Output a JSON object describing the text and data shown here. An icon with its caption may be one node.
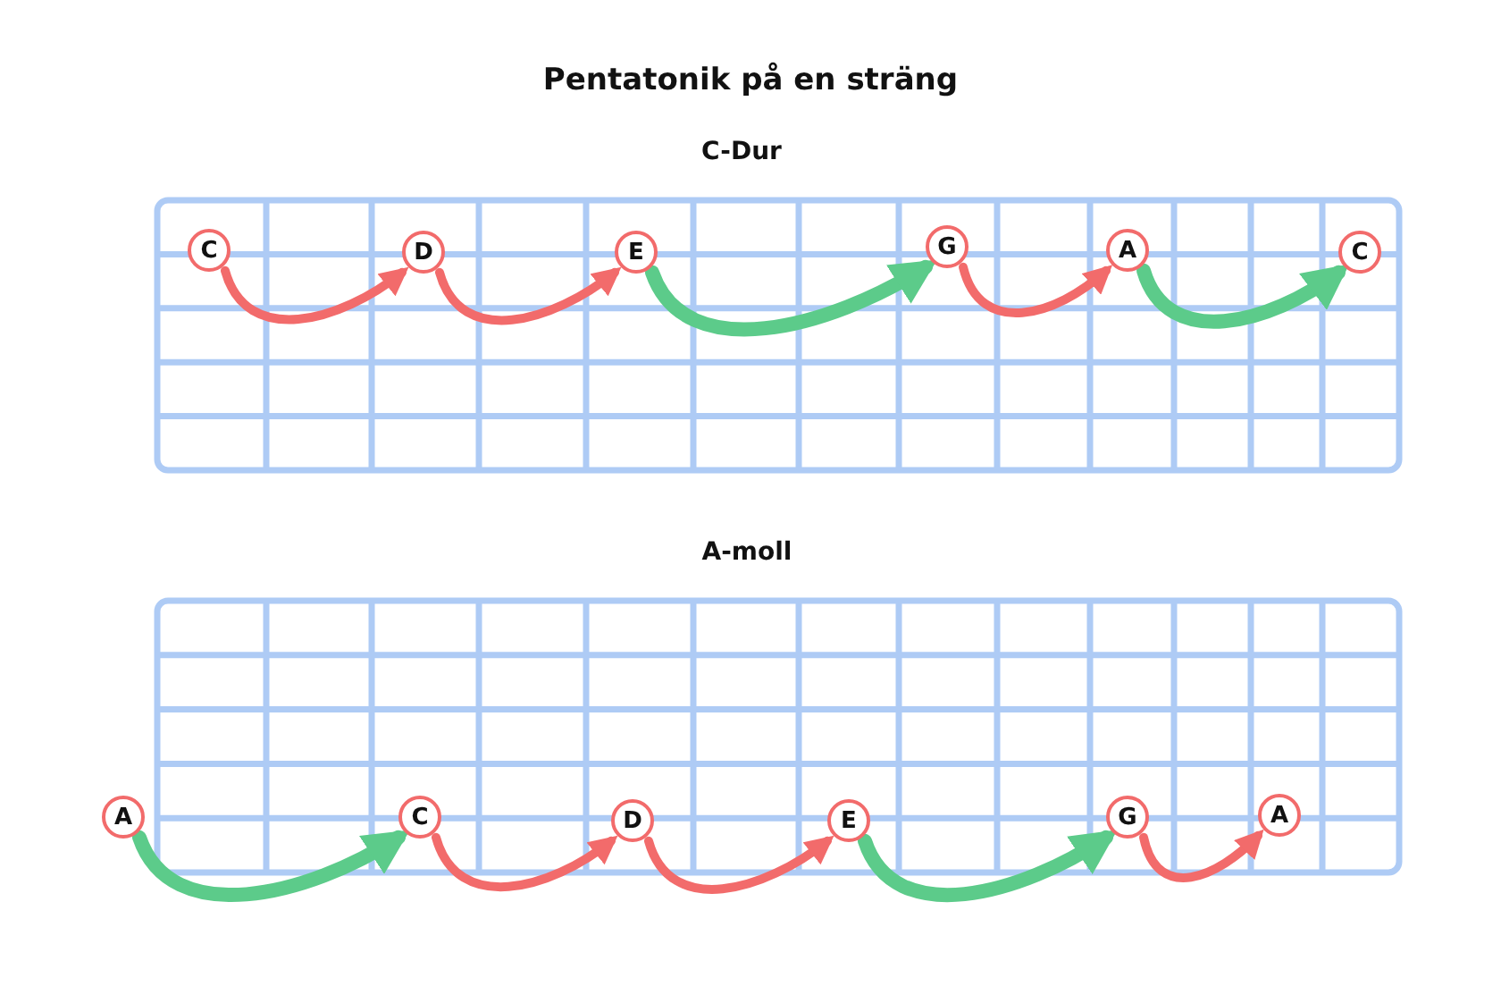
{
  "diagram": {
    "title": "Pentatonik på en sträng",
    "nodes": [
      {
        "text": [
          "C"
        ]
      },
      {
        "text": [
          "D"
        ]
      },
      {
        "text": [
          "E"
        ]
      },
      {
        "text": [
          "G"
        ]
      },
      {
        "text": [
          "A"
        ]
      },
      {
        "text": [
          "C"
        ]
      },
      {
        "text": [
          "A"
        ]
      },
      {
        "text": [
          "C"
        ]
      },
      {
        "text": [
          "D"
        ]
      },
      {
        "text": [
          "E"
        ]
      },
      {
        "text": [
          "G"
        ]
      },
      {
        "text": [
          "A"
        ]
      }
    ],
    "edges": [
      {
        "from": 0,
        "to": 1,
        "arrow": "to"
      },
      {
        "from": 1,
        "to": 2,
        "arrow": "to"
      },
      {
        "from": 2,
        "to": 3,
        "arrow": "to",
        "color": "#5ccb8a"
      },
      {
        "from": 3,
        "to": 4,
        "arrow": "to"
      },
      {
        "from": 4,
        "to": 5,
        "arrow": "to",
        "color": "#5ccb8a"
      },
      {
        "from": 6,
        "to": 7,
        "arrow": "to",
        "color": "#5ccb8a"
      },
      {
        "from": 7,
        "to": 8,
        "arrow": "to"
      },
      {
        "from": 8,
        "to": 9,
        "arrow": "to"
      },
      {
        "from": 9,
        "to": 10,
        "arrow": "to",
        "color": "#5ccb8a"
      },
      {
        "from": 10,
        "to": 11,
        "arrow": "to"
      }
    ],
    "labels": [
      "C-Dur",
      "A-moll"
    ]
  }
}
